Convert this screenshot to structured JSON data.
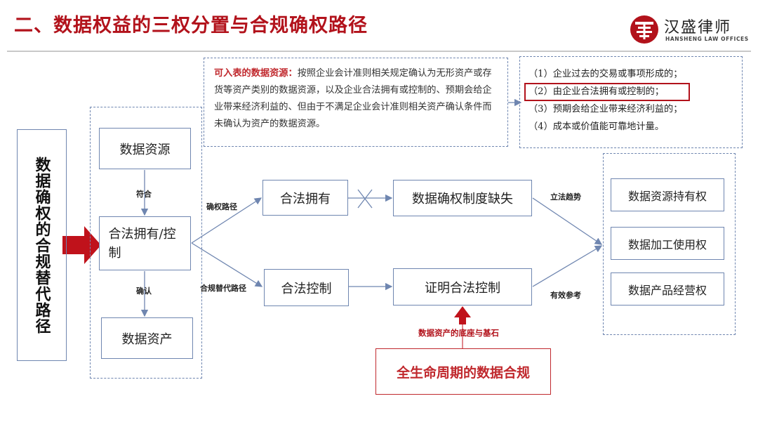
{
  "header": {
    "title": "二、数据权益的三权分置与合规确权路径"
  },
  "logo": {
    "name": "汉盛律师",
    "subtitle": "HANSHENG LAW OFFICES"
  },
  "left_label": "数据确权的合规替代路径",
  "flow": {
    "data_resource": "数据资源",
    "conform_label": "符合",
    "legal_own_control": "合法拥有/控制",
    "confirm_label": "确认",
    "data_asset": "数据资产"
  },
  "paths": {
    "confirm_path_label": "确权路径",
    "compliance_path_label": "合规替代路径",
    "legal_own": "合法拥有",
    "system_lacking": "数据确权制度缺失",
    "legal_control": "合法控制",
    "prove_control": "证明合法控制",
    "legislative_trend": "立法趋势",
    "effective_reference": "有效参考"
  },
  "definition": {
    "term": "可入表的数据资源：",
    "text": "按照企业会计准则相关规定确认为无形资产或存货等资产类别的数据资源，以及企业合法拥有或控制的、预期会给企业带来经济利益的、但由于不满足企业会计准则相关资产确认条件而未确认为资产的数据资源。"
  },
  "conditions": [
    "（1）企业过去的交易或事项形成的；",
    "（2）由企业合法拥有或控制的；",
    "（3）预期会给企业带来经济利益的；",
    "（4）成本或价值能可靠地计量。"
  ],
  "rights": [
    "数据资源持有权",
    "数据加工使用权",
    "数据产品经营权"
  ],
  "foundation_label": "数据资产的底座与基石",
  "compliance_box": "全生命周期的数据合规",
  "colors": {
    "accent_red": "#b2121b",
    "line_blue": "#6f86b0"
  }
}
